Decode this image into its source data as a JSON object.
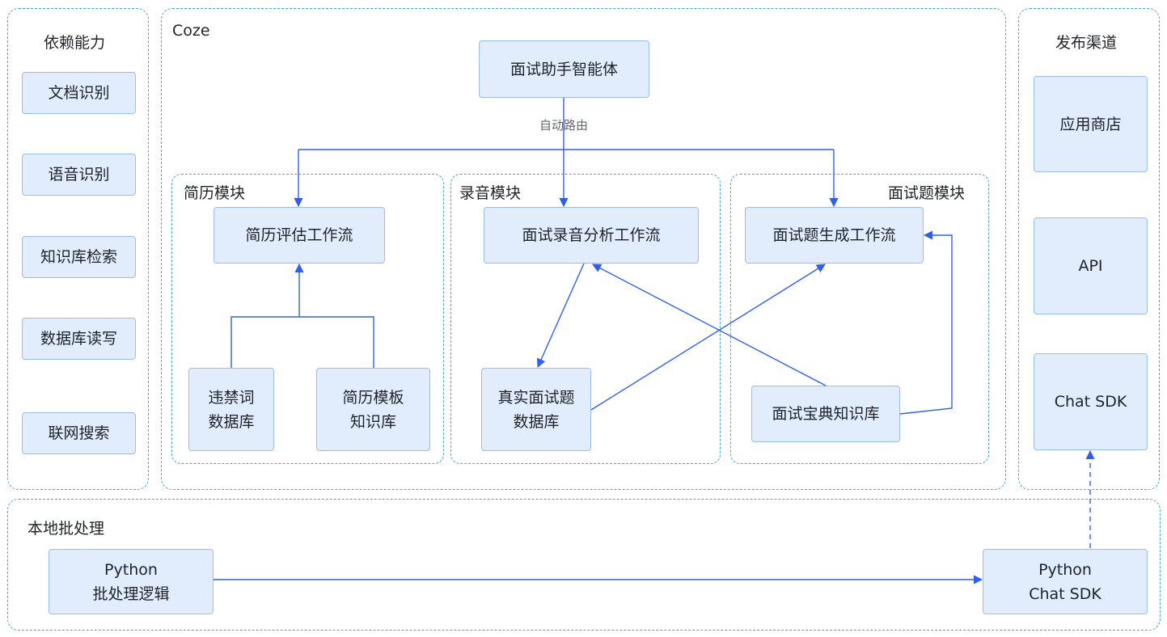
{
  "left_panel": {
    "title": "依赖能力",
    "items": [
      "文档识别",
      "语音识别",
      "知识库检索",
      "数据库读写",
      "联网搜索"
    ]
  },
  "coze": {
    "title": "Coze",
    "agent": "面试助手智能体",
    "route_label": "自动路由",
    "resume_module": {
      "title": "简历模块",
      "workflow": "简历评估工作流",
      "sources": [
        "违禁词\n数据库",
        "简历模板\n知识库"
      ]
    },
    "recording_module": {
      "title": "录音模块",
      "workflow": "面试录音分析工作流",
      "source": "真实面试题\n数据库"
    },
    "question_module": {
      "title": "面试题模块",
      "workflow": "面试题生成工作流",
      "source": "面试宝典知识库"
    }
  },
  "right_panel": {
    "title": "发布渠道",
    "items": [
      "应用商店",
      "API",
      "Chat SDK"
    ]
  },
  "bottom_panel": {
    "title": "本地批处理",
    "batch": "Python\n批处理逻辑",
    "sdk": "Python\nChat SDK"
  },
  "colors": {
    "dashed_border": "#3fa9d8",
    "box_fill": "#e1ecfd",
    "box_border": "#9bbcf0",
    "arrow": "#2f5ff0"
  }
}
